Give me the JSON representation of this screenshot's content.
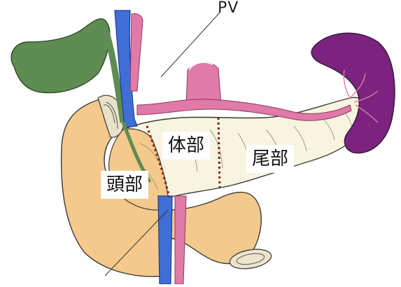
{
  "labels": {
    "pv": "PV",
    "body": "体部",
    "tail": "尾部",
    "head": "頭部"
  },
  "colors": {
    "pancreas_head": "#f5c98b",
    "pancreas_body_tail": "#f7f4df",
    "spleen": "#7b237f",
    "gallbladder": "#5e8c52",
    "portal_vein": "#3f6fd6",
    "artery": "#e07aa8",
    "boundary": "#8b1a1a"
  }
}
